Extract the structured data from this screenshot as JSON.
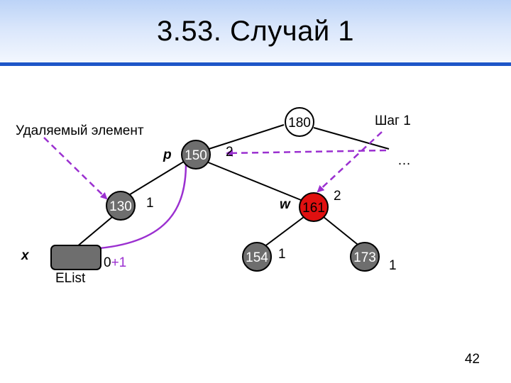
{
  "slide": {
    "title": "3.53. Случай 1",
    "page_number": "42"
  },
  "annotations": {
    "deleted_element": "Удаляемый элемент",
    "step": "Шаг 1",
    "ellipsis": "…"
  },
  "nodes": [
    {
      "id": "n180",
      "key": "180",
      "height_label": "",
      "var_label": "",
      "color": "#6e6e6e"
    },
    {
      "id": "n150",
      "key": "150",
      "height_label": "2",
      "var_label": "p",
      "color": "#6e6e6e"
    },
    {
      "id": "n130",
      "key": "130",
      "height_label": "1",
      "var_label": "",
      "color": "#6e6e6e"
    },
    {
      "id": "n161",
      "key": "161",
      "height_label": "2",
      "var_label": "w",
      "color": "#e01010"
    },
    {
      "id": "n154",
      "key": "154",
      "height_label": "1",
      "var_label": "",
      "color": "#6e6e6e"
    },
    {
      "id": "n173",
      "key": "173",
      "height_label": "1",
      "var_label": "",
      "color": "#6e6e6e"
    }
  ],
  "elist": {
    "label": "EList",
    "var_label": "x",
    "height_label_base": "0",
    "height_label_op": "+1"
  },
  "colors": {
    "header_rule": "#1e56c8",
    "node_gray": "#6e6e6e",
    "node_red": "#e01010",
    "arrow_purple": "#9b30d0"
  }
}
